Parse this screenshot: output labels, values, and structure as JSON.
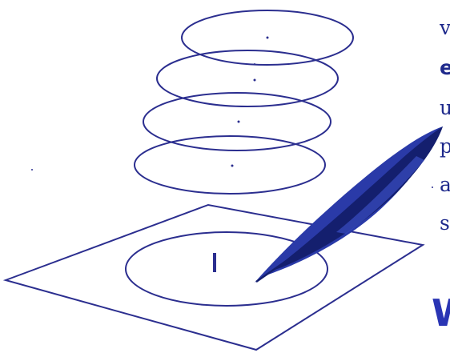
{
  "side_text": {
    "letters": [
      "v",
      "e",
      "u",
      "p",
      "a",
      "s"
    ]
  },
  "bottom_fragment": "W",
  "colors": {
    "line": "#2b2e8f",
    "quill_dark": "#141f6e",
    "quill_mid": "#2a3aa8",
    "quill_light": "#3f55d0",
    "text": "#1f2a8c"
  }
}
